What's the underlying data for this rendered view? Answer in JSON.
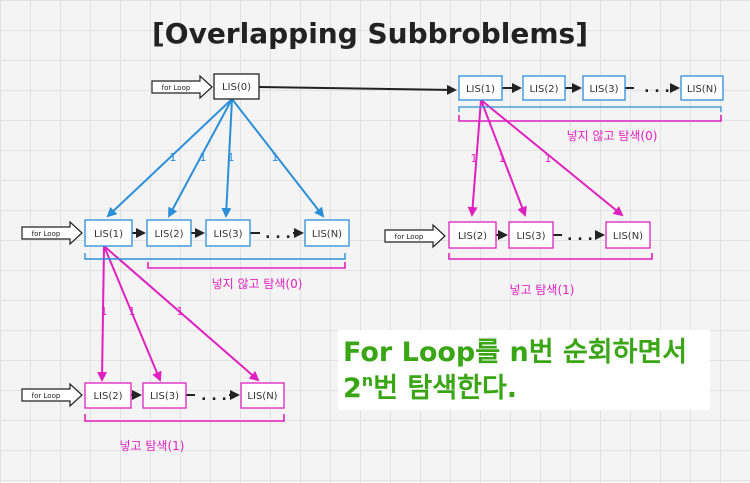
{
  "title": "[Overlapping Subbroblems]",
  "colors": {
    "blue": "#2b8fd8",
    "magenta": "#e020c0",
    "green": "#3aa616",
    "dark": "#222222"
  },
  "for_loop_label": "for Loop",
  "nodes": {
    "root": "LIS(0)",
    "t1": "LIS(1)",
    "t2": "LIS(2)",
    "t3": "LIS(3)",
    "tn": "LIS(N)",
    "m1": "LIS(1)",
    "m2": "LIS(2)",
    "m3": "LIS(3)",
    "mn": "LIS(N)",
    "r2": "LIS(2)",
    "r3": "LIS(3)",
    "rn": "LIS(N)",
    "b2": "LIS(2)",
    "b3": "LIS(3)",
    "bn": "LIS(N)"
  },
  "edge_weight": "1",
  "ellipsis": ". . .",
  "brace_labels": {
    "right_top": "넣지 않고 탐색(0)",
    "left_mid": "넣지 않고 탐색(0)",
    "right_bottom": "넣고 탐색(1)",
    "left_bottom": "넣고 탐색(1)"
  },
  "highlight": {
    "line1": "For Loop를 n번 순회하면서",
    "line2_prefix": "2",
    "line2_sup": "n",
    "line2_suffix": "번 탐색한다."
  }
}
